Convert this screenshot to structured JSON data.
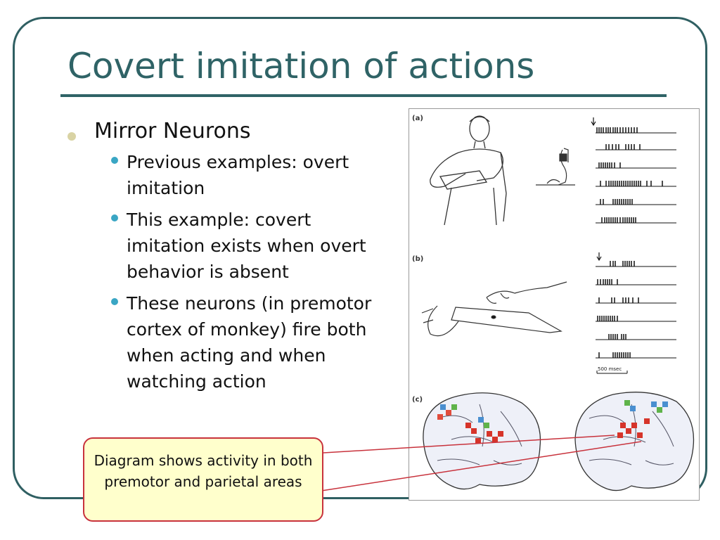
{
  "slide": {
    "title": "Covert imitation of actions",
    "bullet_main": "Mirror Neurons",
    "sub_bullets": [
      "Previous examples: overt imitation",
      "This example: covert imitation exists when overt behavior is absent",
      "These neurons (in premotor cortex of monkey) fire both when acting and when watching action"
    ],
    "callout": "Diagram shows activity in both premotor and parietal areas",
    "colors": {
      "accent": "#2f6366",
      "bullet": "#d9d3a4",
      "sub_bullet": "#3aa6c4",
      "callout_fill": "#ffffcc",
      "callout_border": "#c8323c"
    }
  },
  "figure": {
    "panel_labels": [
      "(a)",
      "(b)",
      "(c)"
    ],
    "scale_label": "500 msec"
  }
}
